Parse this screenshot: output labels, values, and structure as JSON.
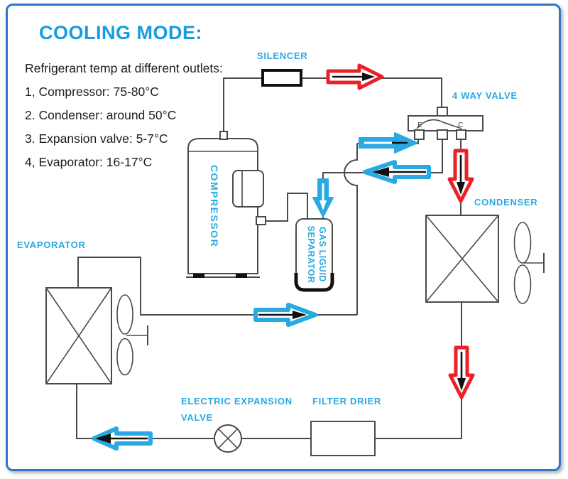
{
  "title": "COOLING MODE:",
  "notes": {
    "heading": "Refrigerant temp at different outlets:",
    "items": [
      "1, Compressor: 75-80°C",
      "2. Condenser: around 50°C",
      "3. Expansion valve: 5-7°C",
      "4, Evaporator: 16-17°C"
    ]
  },
  "labels": {
    "silencer": "SILENCER",
    "four_way_valve": "4 WAY VALVE",
    "condenser": "CONDENSER",
    "evaporator": "EVAPORATOR",
    "compressor": "COMPRESSOR",
    "separator_line1": "GAS LIGUID",
    "separator_line2": "SEPARATOR",
    "expansion_valve_line1": "ELECTRIC EXPANSION",
    "expansion_valve_line2": "VALVE",
    "filter_drier": "FILTER DRIER"
  },
  "valve_ports": {
    "left": "E",
    "right": "C"
  },
  "colors": {
    "label_blue": "#29a9e1",
    "title_blue": "#179be1",
    "arrow_blue": "#29a9e1",
    "arrow_red": "#ec2027",
    "pipe": "#4a4a4a",
    "component_black": "#111111",
    "frame_blue": "#2e77c8"
  }
}
